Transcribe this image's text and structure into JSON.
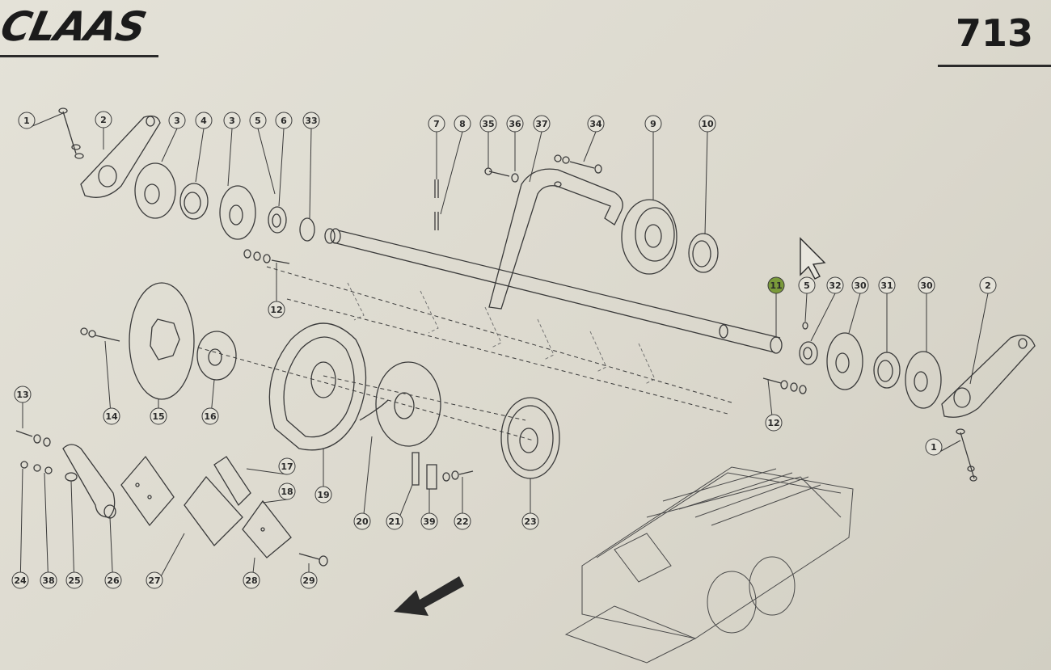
{
  "header": {
    "brand": "CLAAS",
    "page_number": "713"
  },
  "callouts": [
    {
      "id": "c-1a",
      "label": "1"
    },
    {
      "id": "c-2a",
      "label": "2"
    },
    {
      "id": "c-3a",
      "label": "3"
    },
    {
      "id": "c-4",
      "label": "4"
    },
    {
      "id": "c-3b",
      "label": "3"
    },
    {
      "id": "c-5a",
      "label": "5"
    },
    {
      "id": "c-6",
      "label": "6"
    },
    {
      "id": "c-33",
      "label": "33"
    },
    {
      "id": "c-7",
      "label": "7"
    },
    {
      "id": "c-8",
      "label": "8"
    },
    {
      "id": "c-35",
      "label": "35"
    },
    {
      "id": "c-36",
      "label": "36"
    },
    {
      "id": "c-37",
      "label": "37"
    },
    {
      "id": "c-34",
      "label": "34"
    },
    {
      "id": "c-9",
      "label": "9"
    },
    {
      "id": "c-10",
      "label": "10"
    },
    {
      "id": "c-12a",
      "label": "12"
    },
    {
      "id": "c-11",
      "label": "11"
    },
    {
      "id": "c-5b",
      "label": "5"
    },
    {
      "id": "c-32",
      "label": "32"
    },
    {
      "id": "c-30a",
      "label": "30"
    },
    {
      "id": "c-31",
      "label": "31"
    },
    {
      "id": "c-30b",
      "label": "30"
    },
    {
      "id": "c-2b",
      "label": "2"
    },
    {
      "id": "c-14",
      "label": "14"
    },
    {
      "id": "c-15",
      "label": "15"
    },
    {
      "id": "c-16",
      "label": "16"
    },
    {
      "id": "c-12b",
      "label": "12"
    },
    {
      "id": "c-1b",
      "label": "1"
    },
    {
      "id": "c-13",
      "label": "13"
    },
    {
      "id": "c-17",
      "label": "17"
    },
    {
      "id": "c-18a",
      "label": "18"
    },
    {
      "id": "c-19",
      "label": "19"
    },
    {
      "id": "c-20",
      "label": "20"
    },
    {
      "id": "c-21",
      "label": "21"
    },
    {
      "id": "c-39",
      "label": "39"
    },
    {
      "id": "c-22",
      "label": "22"
    },
    {
      "id": "c-23",
      "label": "23"
    },
    {
      "id": "c-24",
      "label": "24"
    },
    {
      "id": "c-38",
      "label": "38"
    },
    {
      "id": "c-25",
      "label": "25"
    },
    {
      "id": "c-26",
      "label": "26"
    },
    {
      "id": "c-27",
      "label": "27"
    },
    {
      "id": "c-28",
      "label": "28"
    },
    {
      "id": "c-29",
      "label": "29"
    }
  ],
  "colors": {
    "ink": "#2a2a2a",
    "paper": "#dedbd0",
    "highlight": "#7a9a3a"
  }
}
